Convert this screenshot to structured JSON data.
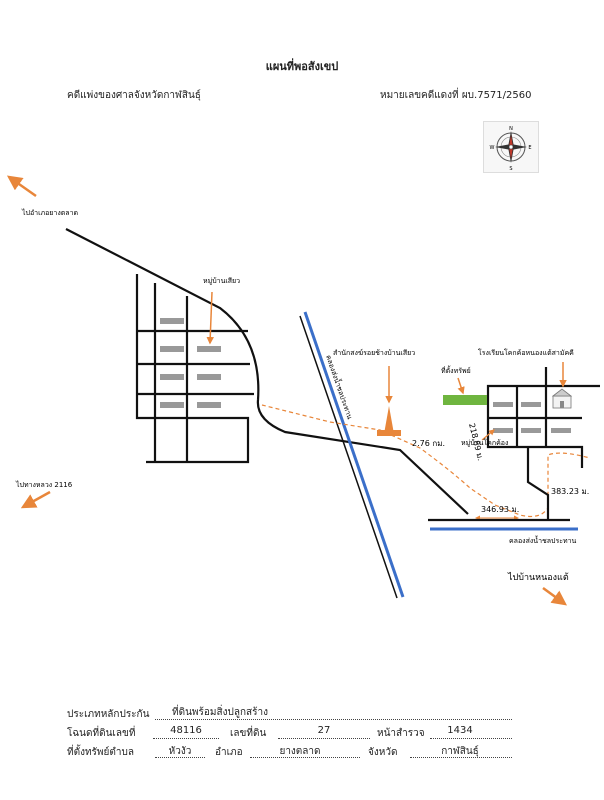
{
  "header": {
    "title": "แผนที่พอสังเขป",
    "court": "คดีแพ่งของศาลจังหวัดกาฬสินธุ์",
    "case_number": "หมายเลขคดีแดงที่ ผบ.7571/2560"
  },
  "compass_letters": {
    "n": "N",
    "s": "S",
    "e": "E",
    "w": "W"
  },
  "labels": {
    "to_market": "ไปอำเภอยางตลาด",
    "to_highway": "ไปทางหลวง 2116",
    "village_siew": "หมู่บ้านเสียว",
    "temple": "สำนักสงฆ์รอยช้างบ้านเสียว",
    "canal_vertical": "คลองส่งน้ำชลประทาน",
    "property": "ที่ตั้งทรัพย์",
    "school": "โรงเรียนโคกค้อหนองแต้สามัคคี",
    "village_kokkho": "หมู่บ้านโคกค้อง",
    "canal_horizontal": "คลองส่งน้ำชลประทาน",
    "to_nongtae": "ไปบ้านหนองแต้"
  },
  "distances": {
    "d1": "2.76 กม.",
    "d2": "218.89 ม.",
    "d3": "346.93 ม.",
    "d4": "383.23 ม."
  },
  "colors": {
    "orange": "#e8863a",
    "distance_red": "#d94a2a",
    "canal_blue": "#3b6fc9",
    "property_green": "#6fb53f"
  },
  "footer": {
    "type_label": "ประเภทหลักประกัน",
    "type_value": "ที่ดินพร้อมสิ่งปลูกสร้าง",
    "deed_label": "โฉนดที่ดินเลขที่",
    "deed_value": "48116",
    "land_label": "เลขที่ดิน",
    "land_value": "27",
    "survey_label": "หน้าสำรวจ",
    "survey_value": "1434",
    "subdistrict_label": "ที่ตั้งทรัพย์ตำบล",
    "subdistrict_value": "หัวงัว",
    "district_label": "อำเภอ",
    "district_value": "ยางตลาด",
    "province_label": "จังหวัด",
    "province_value": "กาฬสินธุ์"
  }
}
